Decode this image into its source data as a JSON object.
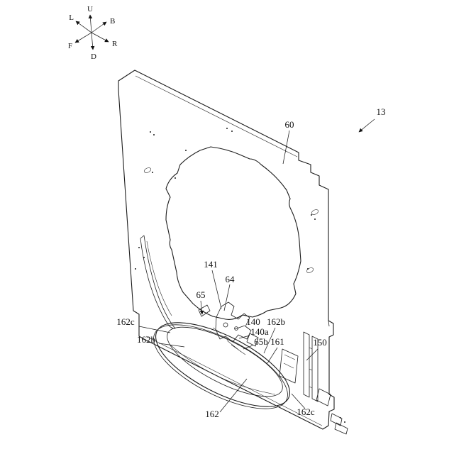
{
  "figure": {
    "kind": "patent-style isometric technical drawing of a panel assembly with duct",
    "background_color": "#ffffff",
    "line_color": "#1c1c1c"
  },
  "compass": {
    "u": "U",
    "d": "D",
    "l": "L",
    "r": "R",
    "f": "F",
    "b": "B"
  },
  "figure_labels": {
    "assembly": "13",
    "panel": "60",
    "n141": "141",
    "n64": "64",
    "n65": "65",
    "n140": "140",
    "n140a": "140a",
    "n65b": "65b",
    "n161": "161",
    "n150": "150",
    "n162": "162",
    "n162b_left": "162b",
    "n162b_right": "162b",
    "n162c_left": "162c",
    "n162c_right": "162c"
  }
}
